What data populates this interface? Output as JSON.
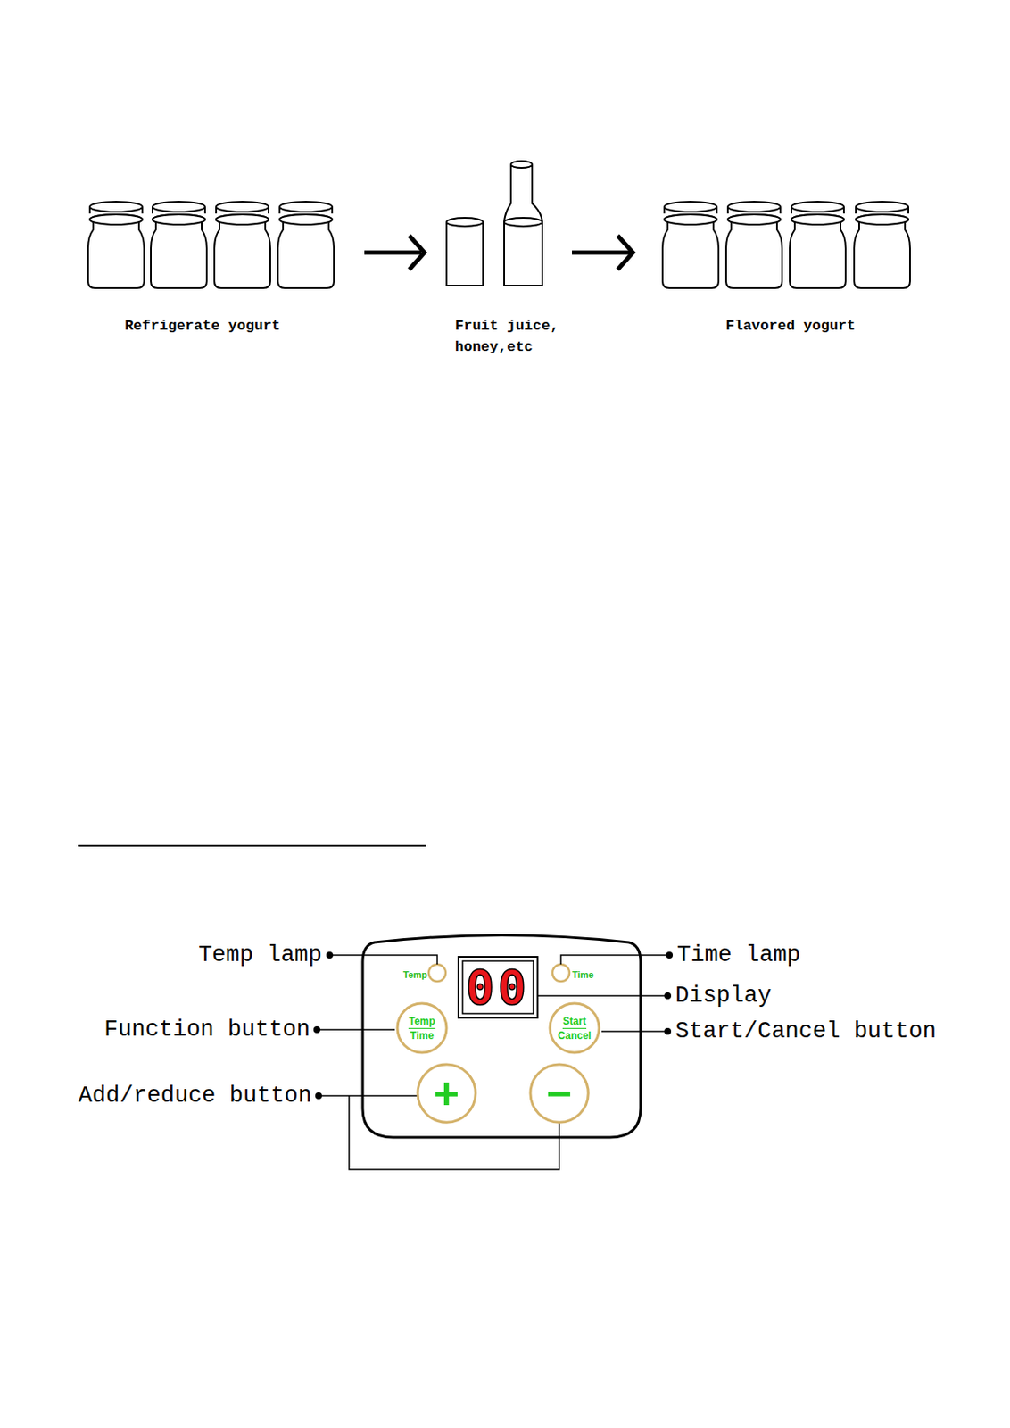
{
  "diagram": {
    "nodes": [
      {
        "text": [
          "00"
        ]
      },
      {
        "text": [
          "Temp",
          "Time"
        ]
      },
      {
        "text": [
          "Start",
          "Cancel"
        ]
      },
      {
        "text": [
          "+"
        ]
      },
      {
        "text": [
          "−"
        ]
      }
    ],
    "labels": [
      "Refrigerate yogurt",
      "Fruit juice, honey,etc",
      "Flavored yogurt",
      "Temp lamp",
      "Temp",
      "Time",
      "Time lamp",
      "Function button",
      "Display",
      "Start/Cancel button",
      "Add/reduce button"
    ]
  }
}
